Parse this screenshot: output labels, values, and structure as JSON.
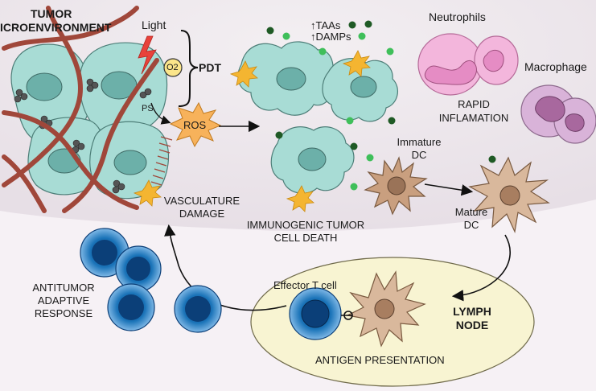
{
  "title": {
    "line1": "TUMOR",
    "line2": "ICROENVIRONMENT"
  },
  "labels": {
    "light": "Light",
    "o2": "O2",
    "pdt": "PDT",
    "ps": "PS",
    "ros": "ROS",
    "taas": "↑TAAs",
    "damps": "↑DAMPs",
    "neutrophils": "Neutrophils",
    "macrophage": "Macrophage",
    "rapid_line1": "RAPID",
    "rapid_line2": "INFLAMATION",
    "immature_line1": "Immature",
    "immature_line2": "DC",
    "mature_line1": "Mature",
    "mature_line2": "DC",
    "vasc_line1": "VASCULATURE",
    "vasc_line2": "DAMAGE",
    "icd_line1": "IMMUNOGENIC TUMOR",
    "icd_line2": "CELL DEATH",
    "antitumor_line1": "ANTITUMOR",
    "antitumor_line2": "ADAPTIVE",
    "antitumor_line3": "RESPONSE",
    "effector": "Effector T cell",
    "lymph_line1": "LYMPH",
    "lymph_line2": "NODE",
    "antigen": "ANTIGEN PRESENTATION"
  },
  "colors": {
    "tumor_cell": "#a8dcd5",
    "vessel": "#a0473a",
    "dc": "#c99f7f",
    "t_cell": "#1a73b8",
    "neutrophil": "#f3b6dc",
    "macrophage": "#d9b3d9",
    "lymph_node": "#f8f4d2",
    "dark_dot": "#1f5a25",
    "light_dot": "#3fbf5a",
    "star": "#f4b531",
    "lightning": "#e8423a"
  }
}
